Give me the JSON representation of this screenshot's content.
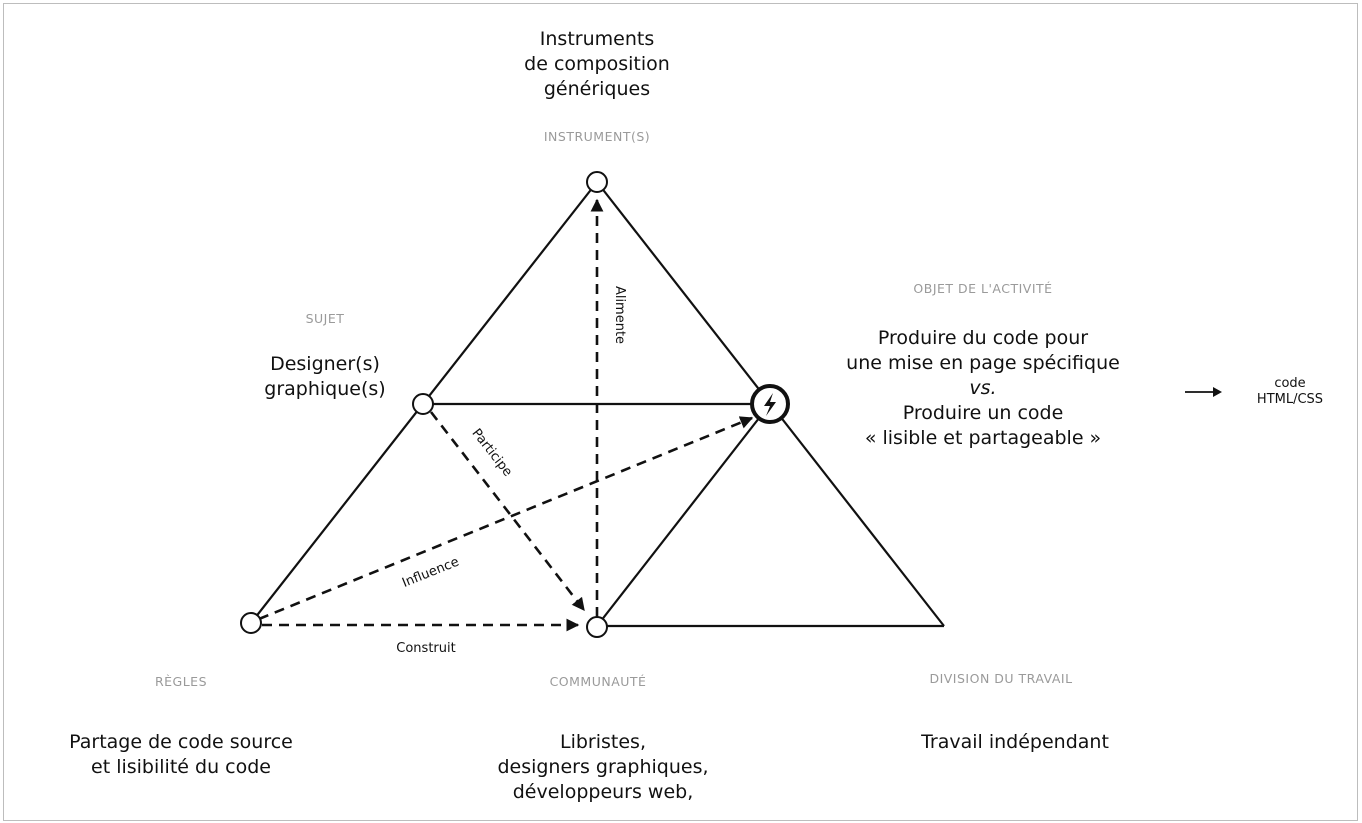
{
  "nodes": {
    "instruments": {
      "category": "INSTRUMENT(S)",
      "lines": [
        "Instruments",
        "de composition",
        "génériques"
      ]
    },
    "sujet": {
      "category": "SUJET",
      "lines": [
        "Designer(s)",
        "graphique(s)"
      ]
    },
    "objet": {
      "category": "OBJET DE L'ACTIVITÉ",
      "lines": [
        "Produire du code pour",
        "une mise en page spécifique",
        "vs.",
        "Produire un code",
        "« lisible et partageable »"
      ]
    },
    "regles": {
      "category": "RÈGLES",
      "lines": [
        "Partage de code source",
        "et lisibilité du code"
      ]
    },
    "communaute": {
      "category": "COMMUNAUTÉ",
      "lines": [
        "Libristes,",
        "designers graphiques,",
        "développeurs web,"
      ]
    },
    "division": {
      "category": "DIVISION DU TRAVAIL",
      "lines": [
        "Travail indépendant"
      ]
    }
  },
  "result": {
    "lines": [
      "code",
      "HTML/CSS"
    ]
  },
  "relations": {
    "alimente": "Alimente",
    "participe": "Participe",
    "influence": "Influence",
    "construit": "Construit"
  },
  "colors": {
    "ink": "#111111",
    "category": "#9a9a9a",
    "border": "#bdbdbd"
  },
  "icons": {
    "tension": "lightning-bolt-icon",
    "output": "arrow-right-icon"
  }
}
